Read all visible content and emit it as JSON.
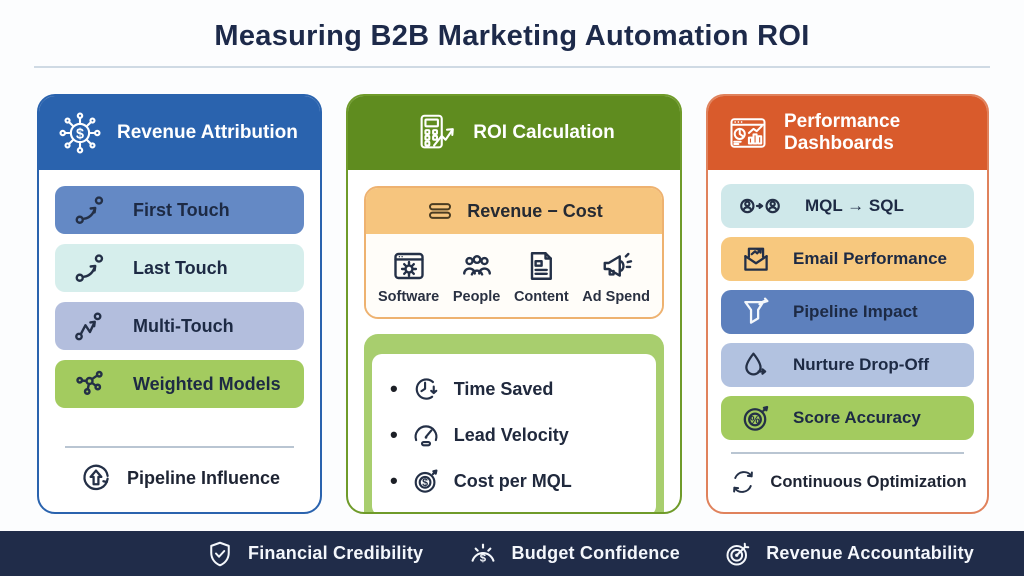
{
  "title": "Measuring B2B Marketing Automation ROI",
  "glyphs": {
    "dollar": "$",
    "percent": "%"
  },
  "columns": [
    {
      "header": {
        "label": "Revenue Attribution",
        "icon": "dollar-network-icon",
        "color": "#2a63ae"
      },
      "items": [
        {
          "label": "First Touch",
          "icon": "first-touch-path-icon",
          "bg": "#6489c5"
        },
        {
          "label": "Last Touch",
          "icon": "last-touch-path-icon",
          "bg": "#d6eeec"
        },
        {
          "label": "Multi-Touch",
          "icon": "multi-touch-path-icon",
          "bg": "#b3bedd"
        },
        {
          "label": "Weighted Models",
          "icon": "network-nodes-icon",
          "bg": "#a3cb5f"
        }
      ],
      "footer": {
        "label": "Pipeline Influence",
        "icon": "arrow-up-circle-icon"
      }
    },
    {
      "header": {
        "label": "ROI Calculation",
        "icon": "calculator-growth-icon",
        "color": "#5f8c1f"
      },
      "formula": {
        "label": "Revenue − Cost",
        "icon": "equals-icon",
        "band_color": "#f6c57e",
        "costs": [
          {
            "label": "Software",
            "icon": "software-window-gear-icon"
          },
          {
            "label": "People",
            "icon": "people-icon"
          },
          {
            "label": "Content",
            "icon": "document-icon"
          },
          {
            "label": "Ad Spend",
            "icon": "megaphone-icon"
          }
        ]
      },
      "metrics": {
        "box_color": "#a8ce6e",
        "items": [
          {
            "label": "Time Saved",
            "icon": "clock-arrow-icon"
          },
          {
            "label": "Lead Velocity",
            "icon": "speedometer-icon"
          },
          {
            "label": "Cost per MQL",
            "icon": "target-dollar-icon"
          }
        ]
      }
    },
    {
      "header": {
        "label": "Performance Dashboards",
        "icon": "dashboard-window-icon",
        "color": "#d95b2c"
      },
      "items": [
        {
          "label": "MQL → SQL",
          "icon": "lead-handoff-icon",
          "bg": "#cfe8ea"
        },
        {
          "label": "Email Performance",
          "icon": "email-chart-icon",
          "bg": "#f7c87e"
        },
        {
          "label": "Pipeline Impact",
          "icon": "funnel-icon",
          "bg": "#5d80bd"
        },
        {
          "label": "Nurture Drop-Off",
          "icon": "droplet-arrow-icon",
          "bg": "#b2c2e0"
        },
        {
          "label": "Score Accuracy",
          "icon": "target-percent-icon",
          "bg": "#a3cb5f"
        }
      ],
      "footer": {
        "label": "Continuous Optimization",
        "icon": "refresh-cycle-icon"
      }
    }
  ],
  "bottom_bar": {
    "bg": "#202c49",
    "items": [
      {
        "label": "Financial Credibility",
        "icon": "shield-check-icon"
      },
      {
        "label": "Budget Confidence",
        "icon": "gauge-dollar-icon"
      },
      {
        "label": "Revenue Accountability",
        "icon": "target-arrow-icon"
      }
    ]
  }
}
